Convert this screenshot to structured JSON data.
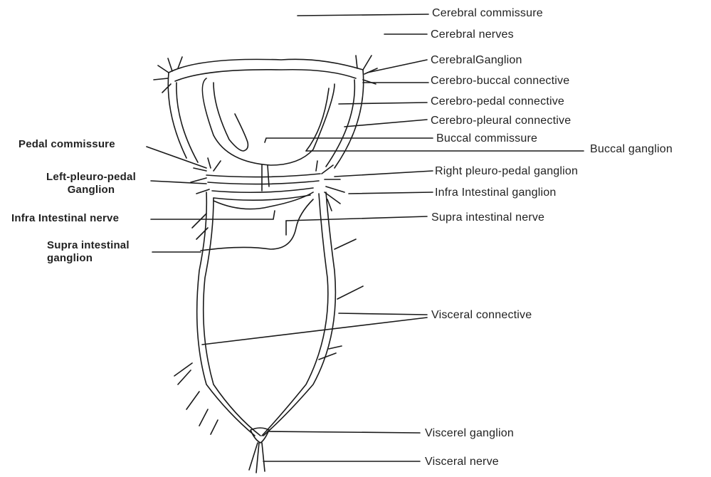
{
  "labels": {
    "cerebral_commissure": "Cerebral commissure",
    "cerebral_nerves": "Cerebral nerves",
    "cerebral_ganglion": "CerebralGanglion",
    "cerebro_buccal": "Cerebro-buccal connective",
    "cerebro_pedal": "Cerebro-pedal connective",
    "cerebro_pleural": "Cerebro-pleural connective",
    "buccal_commissure": "Buccal commissure",
    "buccal_ganglion": "Buccal ganglion",
    "pedal_commissure": "Pedal commissure",
    "right_pleuro_pedal": "Right pleuro-pedal ganglion",
    "left_pleuro_pedal_1": "Left-pleuro-pedal",
    "left_pleuro_pedal_2": "Ganglion",
    "infra_intestinal_ganglion": "Infra Intestinal ganglion",
    "infra_intestinal_nerve": "Infra Intestinal nerve",
    "supra_intestinal_nerve": "Supra intestinal nerve",
    "supra_intestinal_ganglion_1": "Supra intestinal",
    "supra_intestinal_ganglion_2": "ganglion",
    "visceral_connective": "Visceral connective",
    "visceral_ganglion": "Viscerel ganglion",
    "visceral_nerve": "Visceral nerve"
  },
  "colors": {
    "ink": "#1a1a1a",
    "background": "#ffffff"
  }
}
